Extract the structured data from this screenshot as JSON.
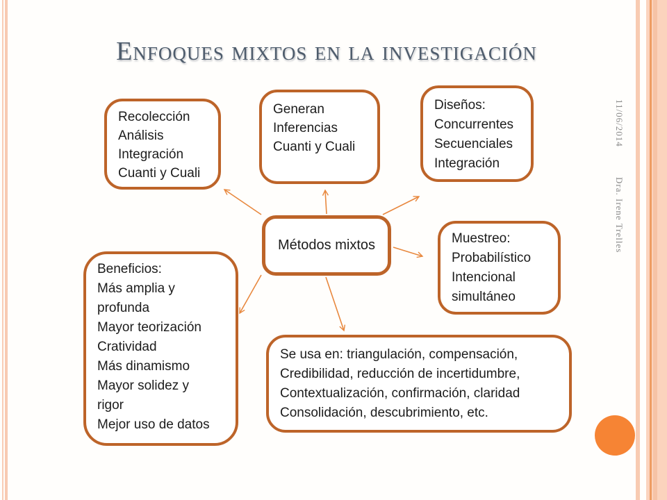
{
  "slide": {
    "title": "Enfoques mixtos en la investigación",
    "date": "11/06/2014",
    "author": "Dra. Irene Trelles",
    "colors": {
      "box_border": "#bd6429",
      "arrow": "#e8883e",
      "accent_circle": "#f68434",
      "title_text": "#4e5c6c",
      "side_text": "#8a8a8a",
      "edge_stripe_light": "#fbd3bd",
      "edge_stripe_dark": "#ee9d63"
    }
  },
  "diagram": {
    "center": {
      "label": "Métodos mixtos"
    },
    "recoleccion": {
      "lines": [
        "Recolección",
        "Análisis",
        "Integración",
        "Cuanti y Cuali"
      ]
    },
    "generan": {
      "lines": [
        "Generan",
        "Inferencias",
        "Cuanti y Cuali"
      ]
    },
    "disenos": {
      "lines": [
        "Diseños:",
        "Concurrentes",
        "Secuenciales",
        "Integración"
      ]
    },
    "muestreo": {
      "lines": [
        "Muestreo:",
        "Probabilístico",
        "Intencional",
        "simultáneo"
      ]
    },
    "beneficios": {
      "lines": [
        "Beneficios:",
        "Más amplia y",
        "profunda",
        "Mayor teorización",
        "Cratividad",
        "Más dinamismo",
        "Mayor solidez y",
        "rigor",
        "Mejor uso de datos"
      ]
    },
    "usos": {
      "lines": [
        "Se usa en: triangulación, compensación,",
        "Credibilidad, reducción de incertidumbre,",
        "Contextualización, confirmación, claridad",
        "Consolidación,  descubrimiento, etc."
      ]
    }
  }
}
